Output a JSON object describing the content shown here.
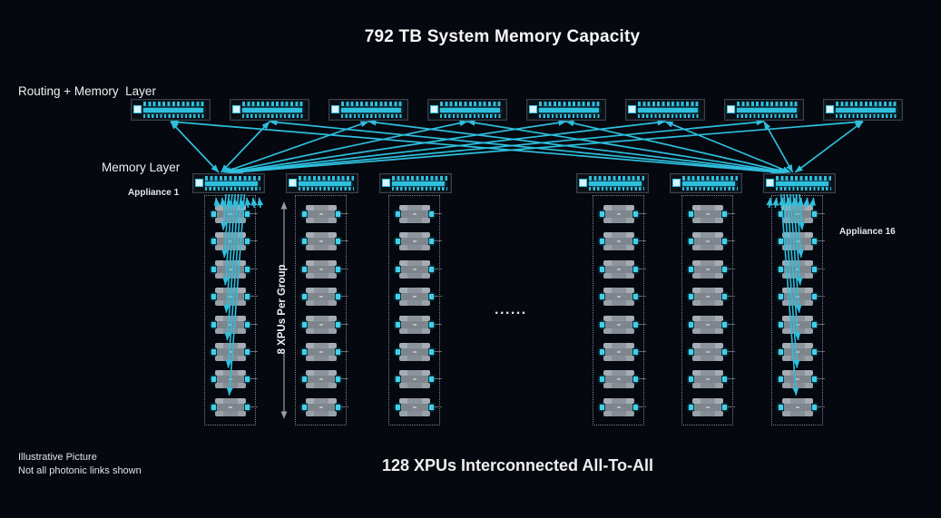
{
  "title": "792 TB System Memory Capacity",
  "labels": {
    "routing_layer": "Routing + Memory  Layer",
    "memory_layer": "Memory Layer",
    "appliance_first": "Appliance 1",
    "appliance_last": "Appliance 16",
    "group_annotation": "8 XPUs Per Group",
    "ellipsis": "......"
  },
  "footer": {
    "caption": "128 XPUs Interconnected All-To-All",
    "note_line1": "Illustrative Picture",
    "note_line2": "Not all photonic links shown"
  },
  "structure": {
    "routing_board_count": 8,
    "memory_board_count": 6,
    "xpu_group_count": 6,
    "xpus_per_group": 8
  },
  "colors": {
    "background": "#05080f",
    "link_cyan": "#2ebfdd",
    "board_cyan": "#35c4e0",
    "chip_gray": "#8a9199",
    "dimension_gray": "#969da6",
    "text": "#f5f5f5"
  }
}
